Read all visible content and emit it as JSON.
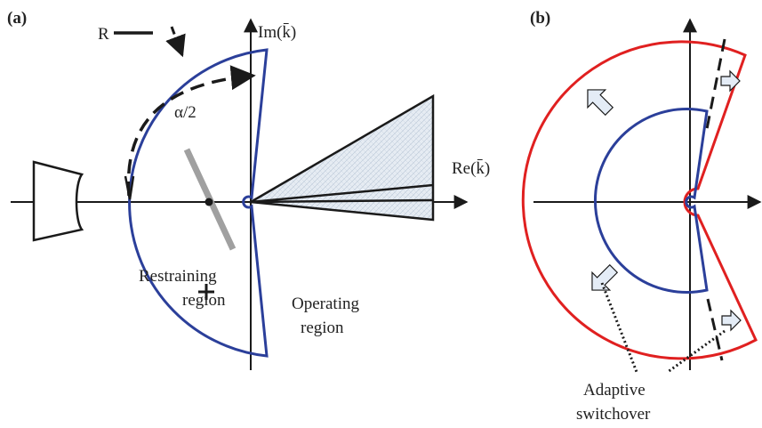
{
  "panel_a": {
    "label": "(a)",
    "radius_label": "R",
    "angle_label": "α/2",
    "im_axis_label": "Im(k̄)",
    "re_axis_label": "Re(k̄)",
    "restraining_label_1": "Restraining",
    "restraining_label_2": "region",
    "operating_label_1": "Operating",
    "operating_label_2": "region"
  },
  "panel_b": {
    "label": "(b)",
    "adaptive_label_1": "Adaptive",
    "adaptive_label_2": "switchover"
  },
  "colors": {
    "blue_boundary": "#2b3f9a",
    "red_boundary": "#e02020",
    "axis": "#1a1a1a",
    "hatch_fill": "#dfe6ee",
    "rod": "#a0a0a0",
    "arrow_fill": "#e4ecf6"
  }
}
